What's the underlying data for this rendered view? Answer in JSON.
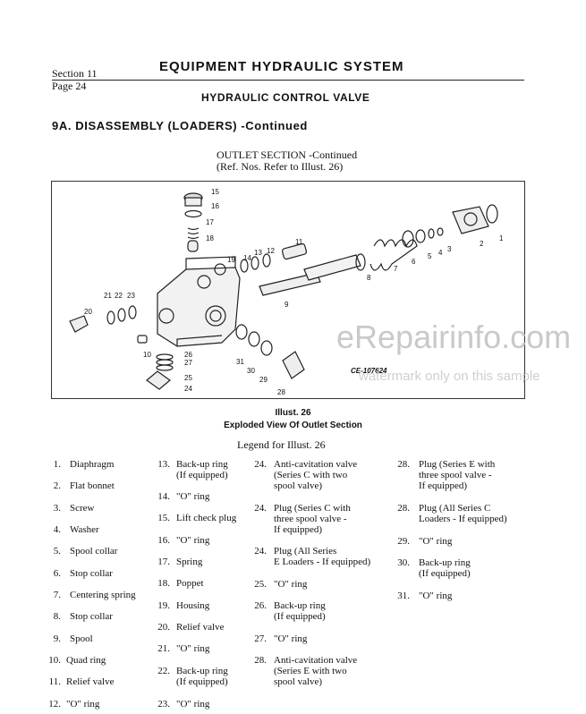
{
  "header": {
    "section": "Section 11",
    "page": "Page 24",
    "title": "EQUIPMENT HYDRAULIC SYSTEM",
    "subtitle": "HYDRAULIC CONTROL VALVE"
  },
  "section_heading": "9A. DISASSEMBLY (LOADERS) -Continued",
  "figure": {
    "heading_1": "OUTLET SECTION -Continued",
    "heading_2": "(Ref. Nos. Refer to Illust. 26)",
    "code": "CE-107624",
    "callouts": [
      "1",
      "2",
      "3",
      "4",
      "5",
      "6",
      "7",
      "8",
      "9",
      "10",
      "11",
      "12",
      "13",
      "14",
      "15",
      "16",
      "17",
      "18",
      "19",
      "20",
      "21",
      "22",
      "23",
      "24",
      "25",
      "26",
      "27",
      "28",
      "29",
      "30",
      "31"
    ],
    "caption_1": "Illust. 26",
    "caption_2": "Exploded View Of Outlet Section"
  },
  "watermark": {
    "line_1": "eRepairinfo.com",
    "line_2": "watermark only on this sample"
  },
  "legend_title": "Legend for Illust. 26",
  "legend": {
    "col1": [
      {
        "num": "1.",
        "text": "Diaphragm"
      },
      {
        "num": "2.",
        "text": "Flat bonnet"
      },
      {
        "num": "3.",
        "text": "Screw"
      },
      {
        "num": "4.",
        "text": "Washer"
      },
      {
        "num": "5.",
        "text": "Spool collar"
      },
      {
        "num": "6.",
        "text": "Stop collar"
      },
      {
        "num": "7.",
        "text": "Centering spring"
      },
      {
        "num": "8.",
        "text": "Stop collar"
      },
      {
        "num": "9.",
        "text": "Spool"
      },
      {
        "num": "10.",
        "text": "Quad ring"
      },
      {
        "num": "11.",
        "text": "Relief valve"
      },
      {
        "num": "12.",
        "text": "\"O\" ring"
      }
    ],
    "col2": [
      {
        "num": "13.",
        "lines": [
          "Back-up ring",
          "(If equipped)"
        ]
      },
      {
        "num": "14.",
        "lines": [
          "\"O\" ring"
        ]
      },
      {
        "num": "15.",
        "lines": [
          "Lift check plug"
        ]
      },
      {
        "num": "16.",
        "lines": [
          "\"O\" ring"
        ]
      },
      {
        "num": "17.",
        "lines": [
          "Spring"
        ]
      },
      {
        "num": "18.",
        "lines": [
          "Poppet"
        ]
      },
      {
        "num": "19.",
        "lines": [
          "Housing"
        ]
      },
      {
        "num": "20.",
        "lines": [
          "Relief valve"
        ]
      },
      {
        "num": "21.",
        "lines": [
          "\"O\" ring"
        ]
      },
      {
        "num": "22.",
        "lines": [
          "Back-up ring",
          "(If equipped)"
        ]
      },
      {
        "num": "23.",
        "lines": [
          "\"O\" ring"
        ]
      }
    ],
    "col3": [
      {
        "num": "24.",
        "lines": [
          "Anti-cavitation valve",
          "(Series C with two",
          "spool valve)"
        ]
      },
      {
        "num": "24.",
        "lines": [
          "Plug (Series C with",
          "three spool valve -",
          "If equipped)"
        ]
      },
      {
        "num": "24.",
        "lines": [
          "Plug (All Series",
          "E Loaders - If equipped)"
        ]
      },
      {
        "num": "25.",
        "lines": [
          "\"O\" ring"
        ]
      },
      {
        "num": "26.",
        "lines": [
          "Back-up ring",
          "(If equipped)"
        ]
      },
      {
        "num": "27.",
        "lines": [
          "\"O\" ring"
        ]
      },
      {
        "num": "28.",
        "lines": [
          "Anti-cavitation valve",
          "(Series E with two",
          "spool valve)"
        ]
      }
    ],
    "col4": [
      {
        "num": "28.",
        "lines": [
          "Plug (Series E with",
          "three spool valve -",
          "If equipped)"
        ]
      },
      {
        "num": "28.",
        "lines": [
          "Plug (All Series C",
          "Loaders - If equipped)"
        ]
      },
      {
        "num": "29.",
        "lines": [
          "\"O\" ring"
        ]
      },
      {
        "num": "30.",
        "lines": [
          "Back-up ring",
          "(If equipped)"
        ]
      },
      {
        "num": "31.",
        "lines": [
          "\"O\" ring"
        ]
      }
    ]
  }
}
